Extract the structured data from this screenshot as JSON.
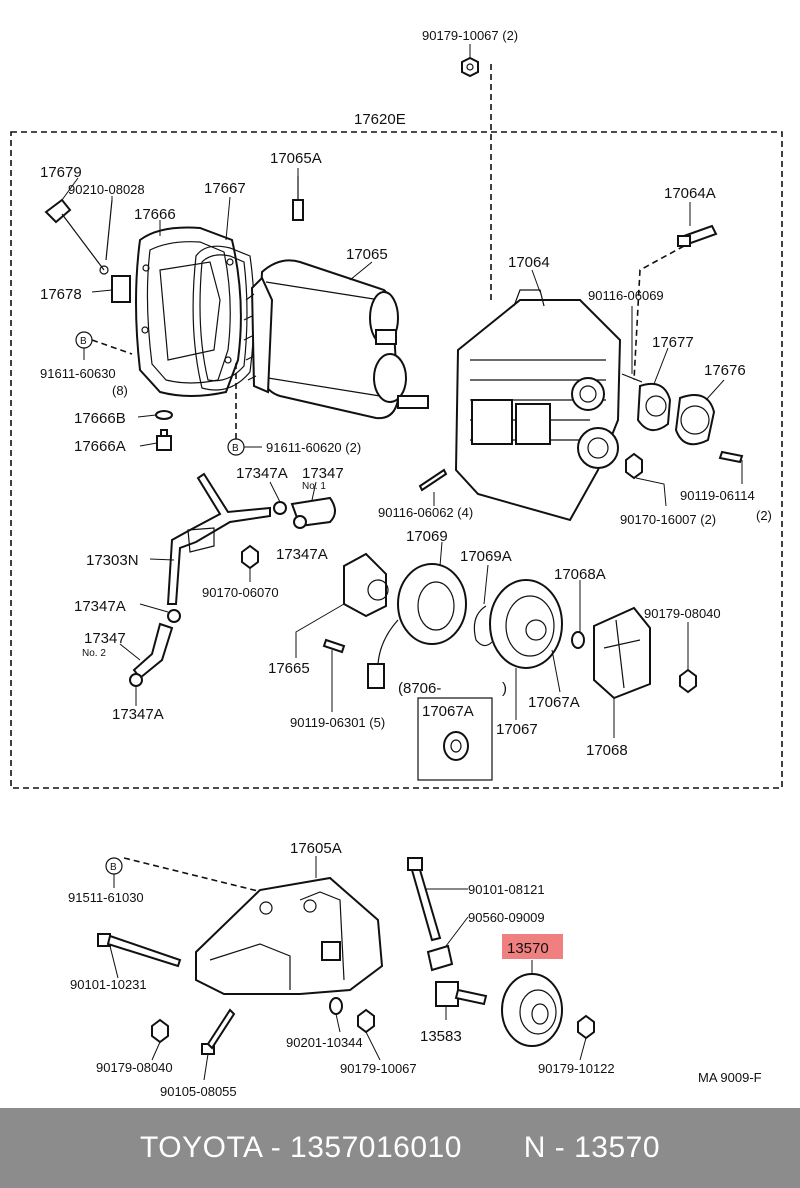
{
  "colors": {
    "footer_bg": "#8c8c8c",
    "highlight": "#f08080",
    "ink": "#111111"
  },
  "labels": {
    "p90179_10067_top": "90179-10067 (2)",
    "p17620E": "17620E",
    "p17679": "17679",
    "p90210_08028": "90210-08028",
    "p17667": "17667",
    "p17666": "17666",
    "p17065A": "17065A",
    "p17065": "17065",
    "p17064A": "17064A",
    "p17064": "17064",
    "p17678": "17678",
    "p90116_06069": "90116-06069",
    "p17677": "17677",
    "p17676": "17676",
    "p91611_60630": "91611-60630",
    "p91611_60630_qty": "(8)",
    "p17666B": "17666B",
    "p17666A": "17666A",
    "p91611_60620": "91611-60620 (2)",
    "p17347A_1": "17347A",
    "p17347_1": "17347",
    "p17347_no1": "No. 1",
    "p90119_06114": "90119-06114",
    "p90119_06114_qty": "(2)",
    "p90170_16007": "90170-16007 (2)",
    "p90116_06062": "90116-06062 (4)",
    "p17303N": "17303N",
    "p17347A_2": "17347A",
    "p17069": "17069",
    "p17069A": "17069A",
    "p17068A": "17068A",
    "p90170_06070": "90170-06070",
    "p17347A_3": "17347A",
    "p90179_08040_top": "90179-08040",
    "p17347_2": "17347",
    "p17347_no2": "No. 2",
    "p17665": "17665",
    "p87060": "(8706-",
    "p87060_close": ")",
    "p17067A_1": "17067A",
    "p17347A_4": "17347A",
    "p90119_06301": "90119-06301 (5)",
    "p17067A_box": "17067A",
    "p17067": "17067",
    "p17068": "17068",
    "p17605A": "17605A",
    "p91511_61030": "91511-61030",
    "p90101_08121": "90101-08121",
    "p90560_09009": "90560-09009",
    "p13570": "13570",
    "p90101_10231": "90101-10231",
    "p13583": "13583",
    "p90179_08040_bot": "90179-08040",
    "p90201_10344": "90201-10344",
    "p90179_10067_bot": "90179-10067",
    "p90179_10122": "90179-10122",
    "p90105_08055": "90105-08055",
    "ref_code": "MA  9009-F",
    "b_marker": "B"
  },
  "footer": {
    "text": "TOYOTA - 1357016010       N - 13570"
  }
}
